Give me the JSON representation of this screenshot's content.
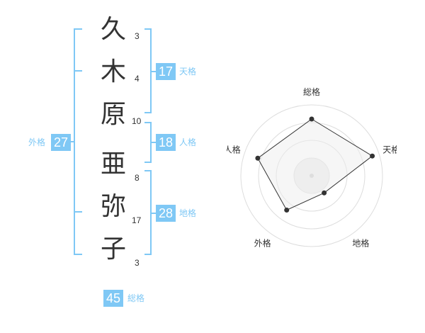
{
  "name": {
    "characters": [
      {
        "char": "久",
        "strokes": "3"
      },
      {
        "char": "木",
        "strokes": "4"
      },
      {
        "char": "原",
        "strokes": "10"
      },
      {
        "char": "亜",
        "strokes": "8"
      },
      {
        "char": "弥",
        "strokes": "17"
      },
      {
        "char": "子",
        "strokes": "3"
      }
    ]
  },
  "fortunes": {
    "tenkaku": {
      "value": "17",
      "label": "天格"
    },
    "jinkaku": {
      "value": "18",
      "label": "人格"
    },
    "chikaku": {
      "value": "28",
      "label": "地格"
    },
    "gaikaku": {
      "value": "27",
      "label": "外格"
    },
    "soukaku": {
      "value": "45",
      "label": "総格"
    }
  },
  "colors": {
    "accent": "#7fc8f5",
    "text": "#333333",
    "radar_fill": "#eeeeee",
    "radar_ring": "#dddddd"
  },
  "chart_data": {
    "type": "radar",
    "axes": [
      "総格",
      "天格",
      "地格",
      "外格",
      "人格"
    ],
    "values": [
      0.8,
      0.9,
      0.3,
      0.6,
      0.8
    ],
    "range": [
      0,
      1
    ],
    "rings": 4
  }
}
